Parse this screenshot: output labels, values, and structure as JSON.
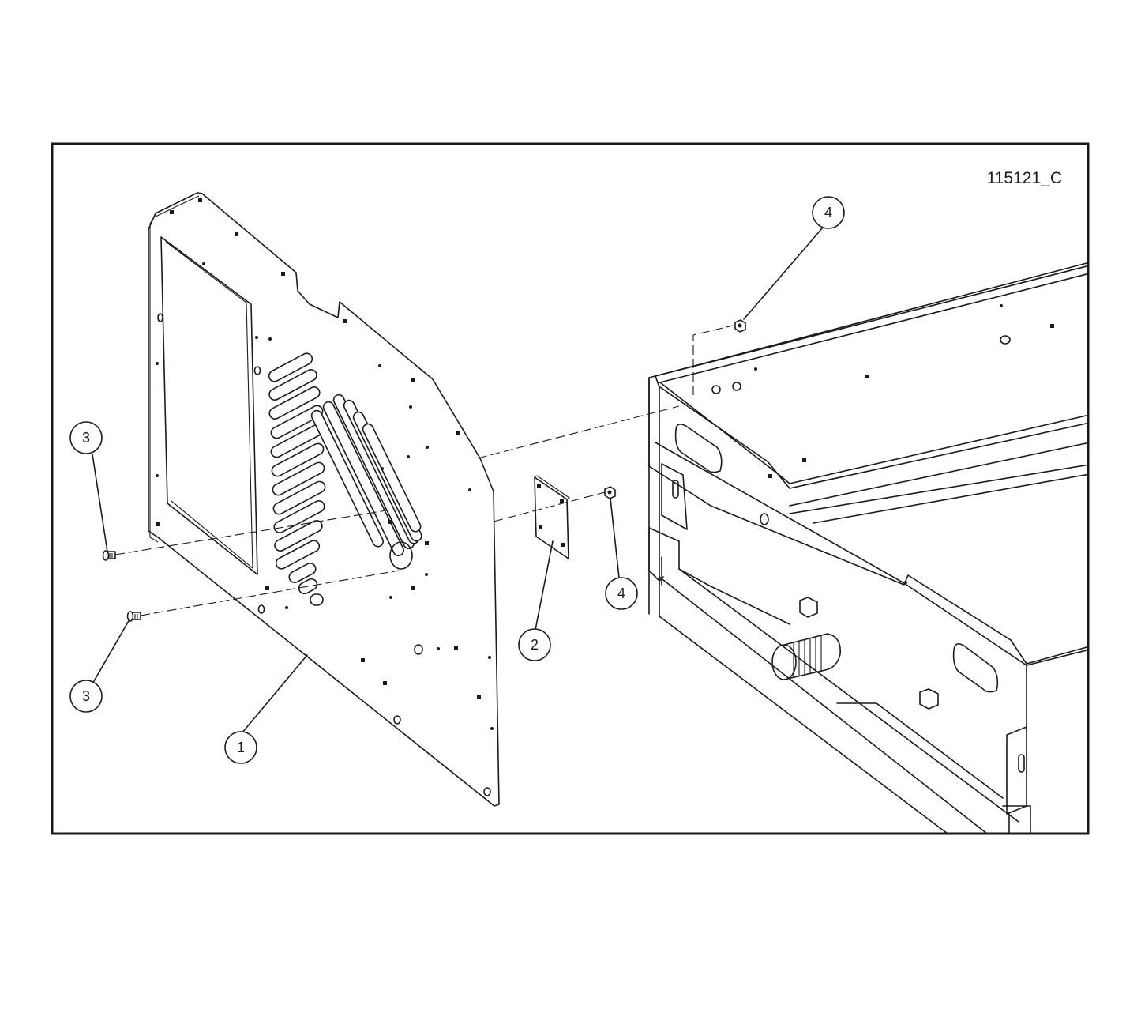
{
  "drawing": {
    "id_label": "115121_C",
    "border_color": "#1a1a1a",
    "background": "#ffffff"
  },
  "callouts": [
    {
      "label": "1",
      "part": "side panel"
    },
    {
      "label": "2",
      "part": "cover plate"
    },
    {
      "label": "3",
      "part": "screw upper"
    },
    {
      "label": "3",
      "part": "screw lower"
    },
    {
      "label": "4",
      "part": "nut upper"
    },
    {
      "label": "4",
      "part": "nut lower"
    }
  ]
}
